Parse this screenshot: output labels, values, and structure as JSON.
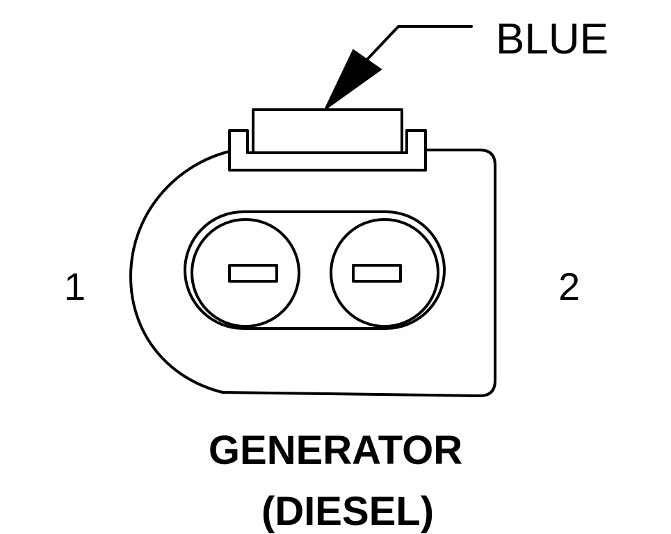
{
  "connector": {
    "wire_color_label": "BLUE",
    "pin_labels": [
      "1",
      "2"
    ],
    "title_lines": [
      "GENERATOR",
      "(DIESEL)"
    ]
  },
  "colors": {
    "line": "#000000",
    "background": "#ffffff"
  }
}
